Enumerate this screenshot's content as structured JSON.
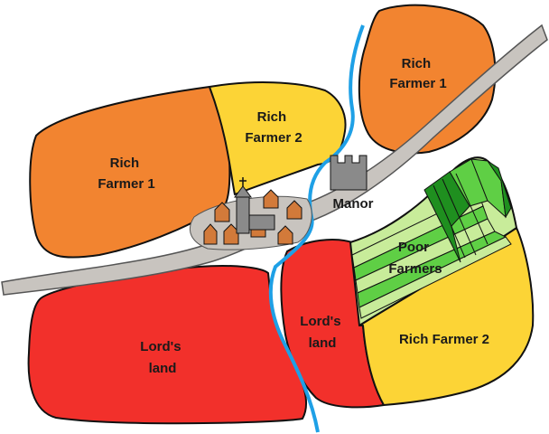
{
  "colors": {
    "rich_farmer_1": "#f28430",
    "rich_farmer_2": "#fcd436",
    "lords_land": "#f2302b",
    "poor_farmers_light": "#c8ec9a",
    "poor_farmers_mid": "#5fcf45",
    "poor_farmers_dark": "#1f8f1f",
    "road": "#c8c4bf",
    "river": "#1ea0e6",
    "manor": "#8a8a8a",
    "village_houses": "#d27a3a",
    "church": "#8a8a8a"
  },
  "regions": {
    "rich_farmer_1_top": {
      "line1": "Rich",
      "line2": "Farmer 1"
    },
    "rich_farmer_1_left": {
      "line1": "Rich",
      "line2": "Farmer 1"
    },
    "rich_farmer_2_top": {
      "line1": "Rich",
      "line2": "Farmer 2"
    },
    "rich_farmer_2_right": {
      "label": "Rich Farmer 2"
    },
    "lords_land_left": {
      "line1": "Lord's",
      "line2": "land"
    },
    "lords_land_middle": {
      "line1": "Lord's",
      "line2": "land"
    },
    "poor_farmers": {
      "line1": "Poor",
      "line2": "Farmers"
    },
    "manor": {
      "label": "Manor"
    }
  },
  "icons": [
    "castle-icon",
    "church-icon",
    "house-icon"
  ]
}
